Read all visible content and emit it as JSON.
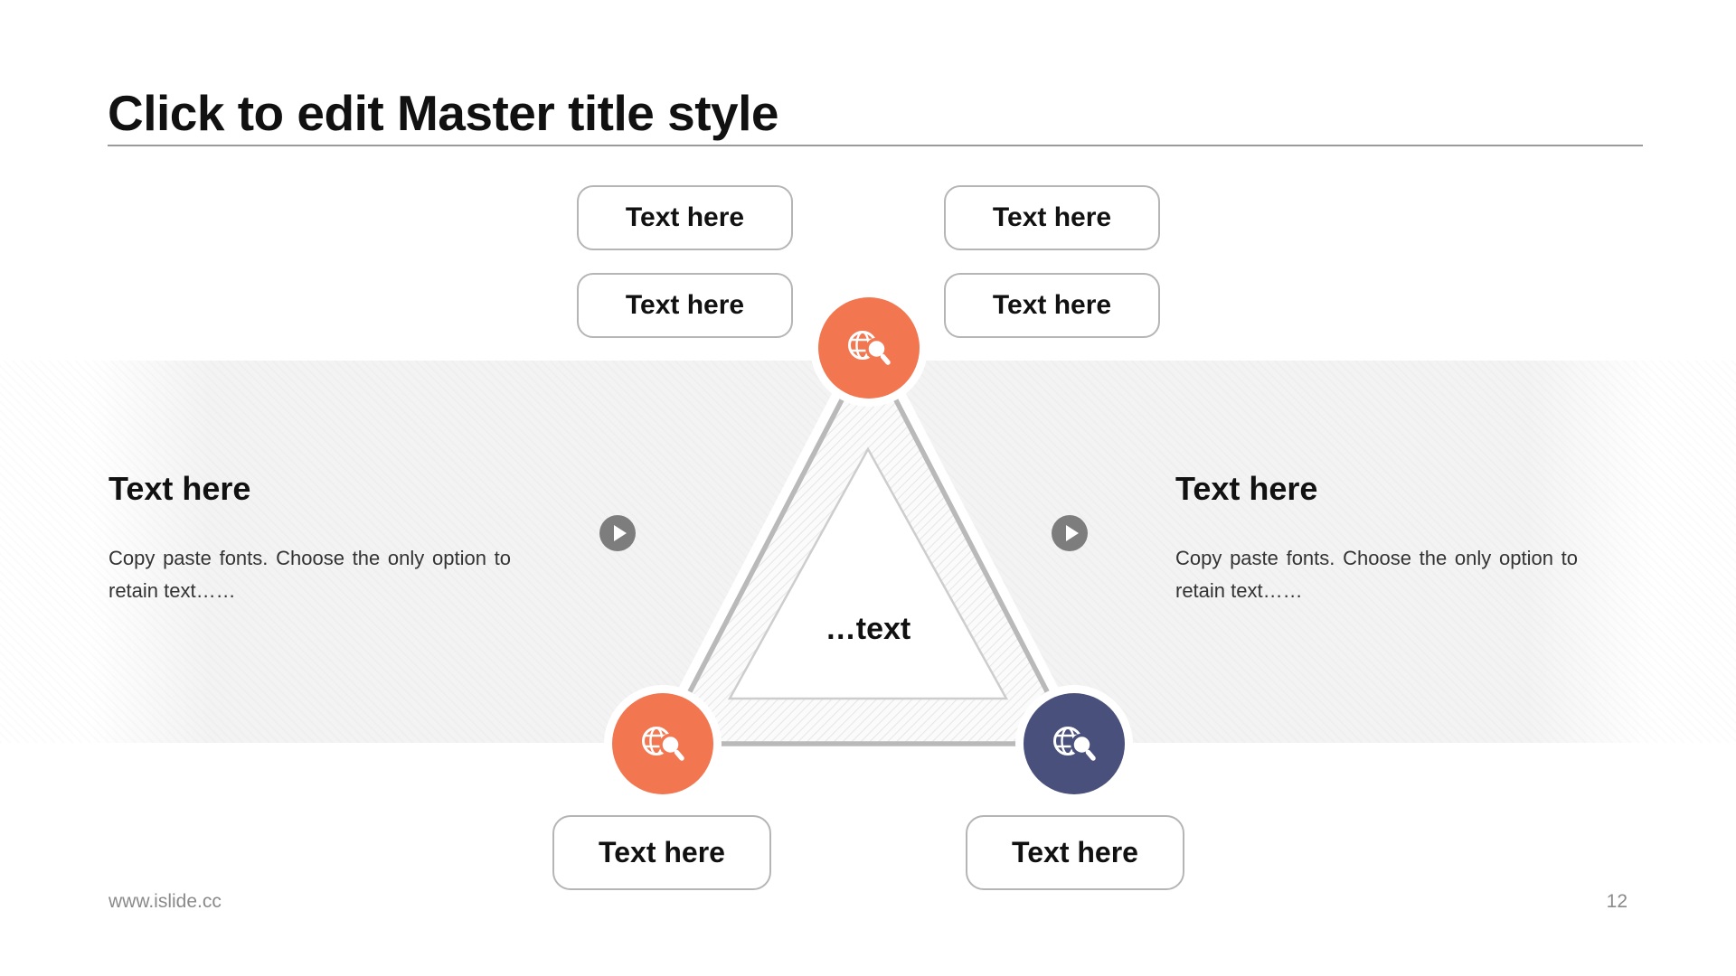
{
  "title": "Click to edit Master title style",
  "placeholders": {
    "top_boxes": [
      {
        "label": "Text here"
      },
      {
        "label": "Text here"
      },
      {
        "label": "Text here"
      },
      {
        "label": "Text here"
      }
    ],
    "bottom_boxes": [
      {
        "label": "Text here"
      },
      {
        "label": "Text here"
      }
    ],
    "center_label": "…text"
  },
  "side_blocks": {
    "left": {
      "heading": "Text here",
      "body_line1": "Copy paste fonts. Choose the only option to",
      "body_line2": "retain text……"
    },
    "right": {
      "heading": "Text here",
      "body_line1": "Copy paste fonts. Choose the only option to",
      "body_line2": "retain text……"
    }
  },
  "footer": {
    "website": "www.islide.cc",
    "page_number": "12"
  },
  "icons": {
    "node_icon": "globe-search-icon",
    "play_icon": "play-icon"
  },
  "colors": {
    "orange": "#F2764F",
    "navy": "#49507C",
    "triangle_gray": "#B9B9B9",
    "band_gray": "#F3F3F3",
    "play_gray": "#7D7D7D",
    "border_gray": "#B5B5B5",
    "footer_gray": "#8A8A8A"
  }
}
